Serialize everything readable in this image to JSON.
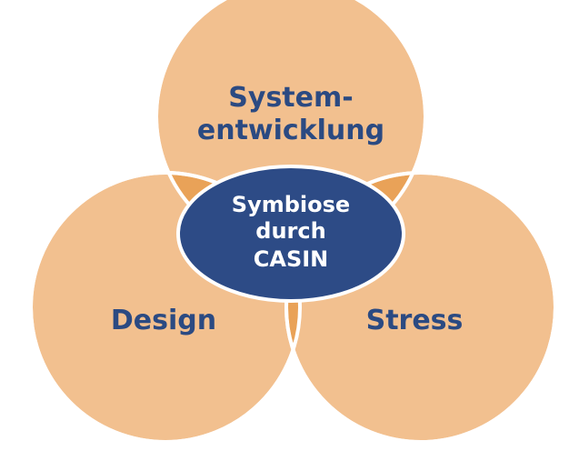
{
  "colors": {
    "circle_fill": "#f2c08f",
    "overlap_fill": "#e9a258",
    "border": "#ffffff",
    "label_text": "#2b4a82",
    "center_fill": "#2d4b86",
    "center_border": "#ffffff",
    "center_text": "#ffffff"
  },
  "circles": {
    "top": {
      "line1": "System-",
      "line2": "entwicklung"
    },
    "left": {
      "label": "Design"
    },
    "right": {
      "label": "Stress"
    }
  },
  "center": {
    "line1": "Symbiose",
    "line2": "durch",
    "line3": "CASIN"
  }
}
